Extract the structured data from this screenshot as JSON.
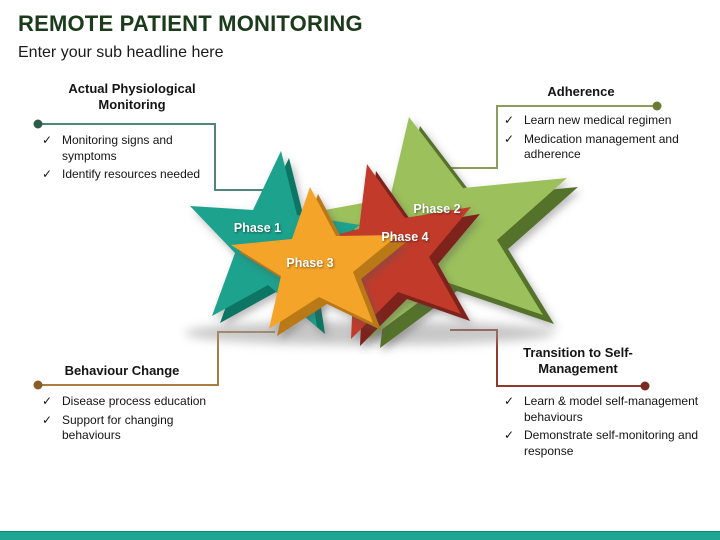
{
  "slide": {
    "title": "REMOTE PATIENT MONITORING",
    "subtitle": "Enter your sub headline here",
    "title_color": "#1B3B1B",
    "footer_bar_color": "#1FA693",
    "footer_bar_edge": "#0E8C74"
  },
  "bullet_icon": "✓",
  "phases": [
    {
      "label": "Phase 1",
      "color": "#1BA28D",
      "dark": "#0B7464"
    },
    {
      "label": "Phase 2",
      "color": "#9CC15C",
      "dark": "#55722B"
    },
    {
      "label": "Phase 3",
      "color": "#F5A42B",
      "dark": "#B97913"
    },
    {
      "label": "Phase 4",
      "color": "#C23B2B",
      "dark": "#7E241B"
    }
  ],
  "callouts": {
    "top_left": {
      "heading": "Actual Physiological Monitoring",
      "bullets": [
        "Monitoring signs and symptoms",
        "Identify resources needed"
      ],
      "line_color": "#4F8677",
      "dot_color": "#2E5C4A"
    },
    "top_right": {
      "heading": "Adherence",
      "bullets": [
        "Learn new medical regimen",
        "Medication management and adherence"
      ],
      "line_color": "#8C9B5E",
      "dot_color": "#6B7B33"
    },
    "bottom_left": {
      "heading": "Behaviour  Change",
      "bullets": [
        "Disease process education",
        "Support for changing behaviours"
      ],
      "line_color": "#A97C3F",
      "dot_color": "#8A5A28"
    },
    "bottom_right": {
      "heading": "Transition to Self-Management",
      "bullets": [
        "Learn & model self-management behaviours",
        "Demonstrate self-monitoring and response"
      ],
      "line_color": "#8E3B2B",
      "dot_color": "#7A2B1F"
    }
  }
}
